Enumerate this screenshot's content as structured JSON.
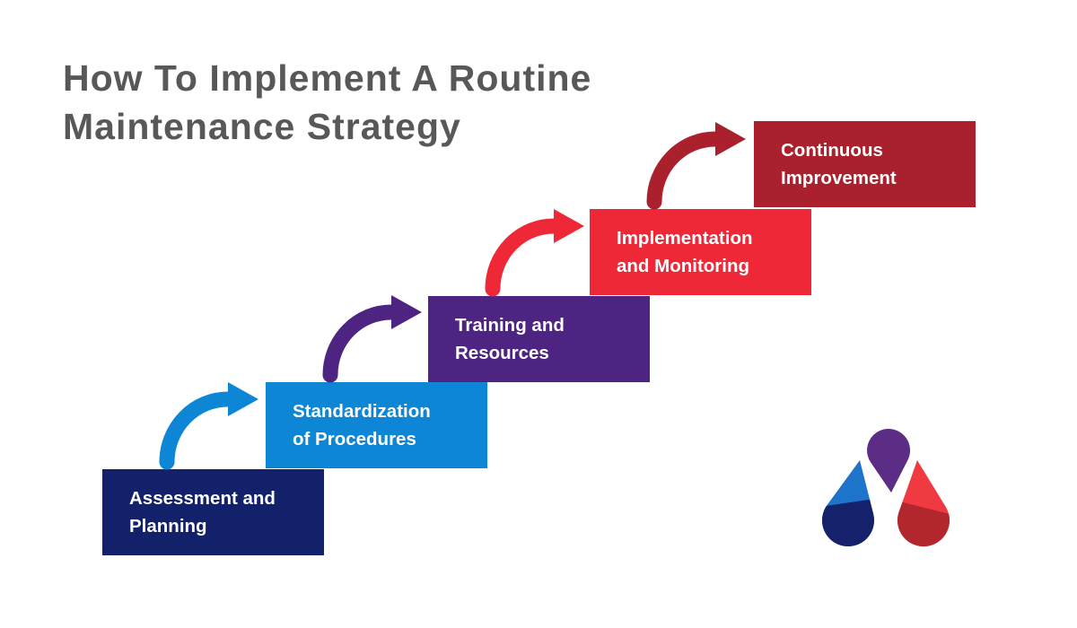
{
  "title": {
    "line1": "How To Implement A Routine",
    "line2": "Maintenance Strategy",
    "color": "#57585a"
  },
  "step_text_color": "#ffffff",
  "steps": [
    {
      "line1": "Assessment and",
      "line2": "Planning",
      "color": "#13216b"
    },
    {
      "line1": "Standardization",
      "line2": "of Procedures",
      "color": "#0e86d6"
    },
    {
      "line1": "Training and",
      "line2": "Resources",
      "color": "#4e2483"
    },
    {
      "line1": "Implementation",
      "line2": "and Monitoring",
      "color": "#ee2837"
    },
    {
      "line1": "Continuous",
      "line2": "Improvement",
      "color": "#ab202d"
    }
  ],
  "arrows": [
    {
      "color": "#0e86d6"
    },
    {
      "color": "#4e2483"
    },
    {
      "color": "#ee2837"
    },
    {
      "color": "#ab202d"
    }
  ],
  "logo": {
    "colors": {
      "purple": "#5b2d84",
      "light_blue": "#1e74ca",
      "dark_blue": "#15216b",
      "bright_red": "#ef3a41",
      "dark_red": "#b2262e"
    }
  }
}
